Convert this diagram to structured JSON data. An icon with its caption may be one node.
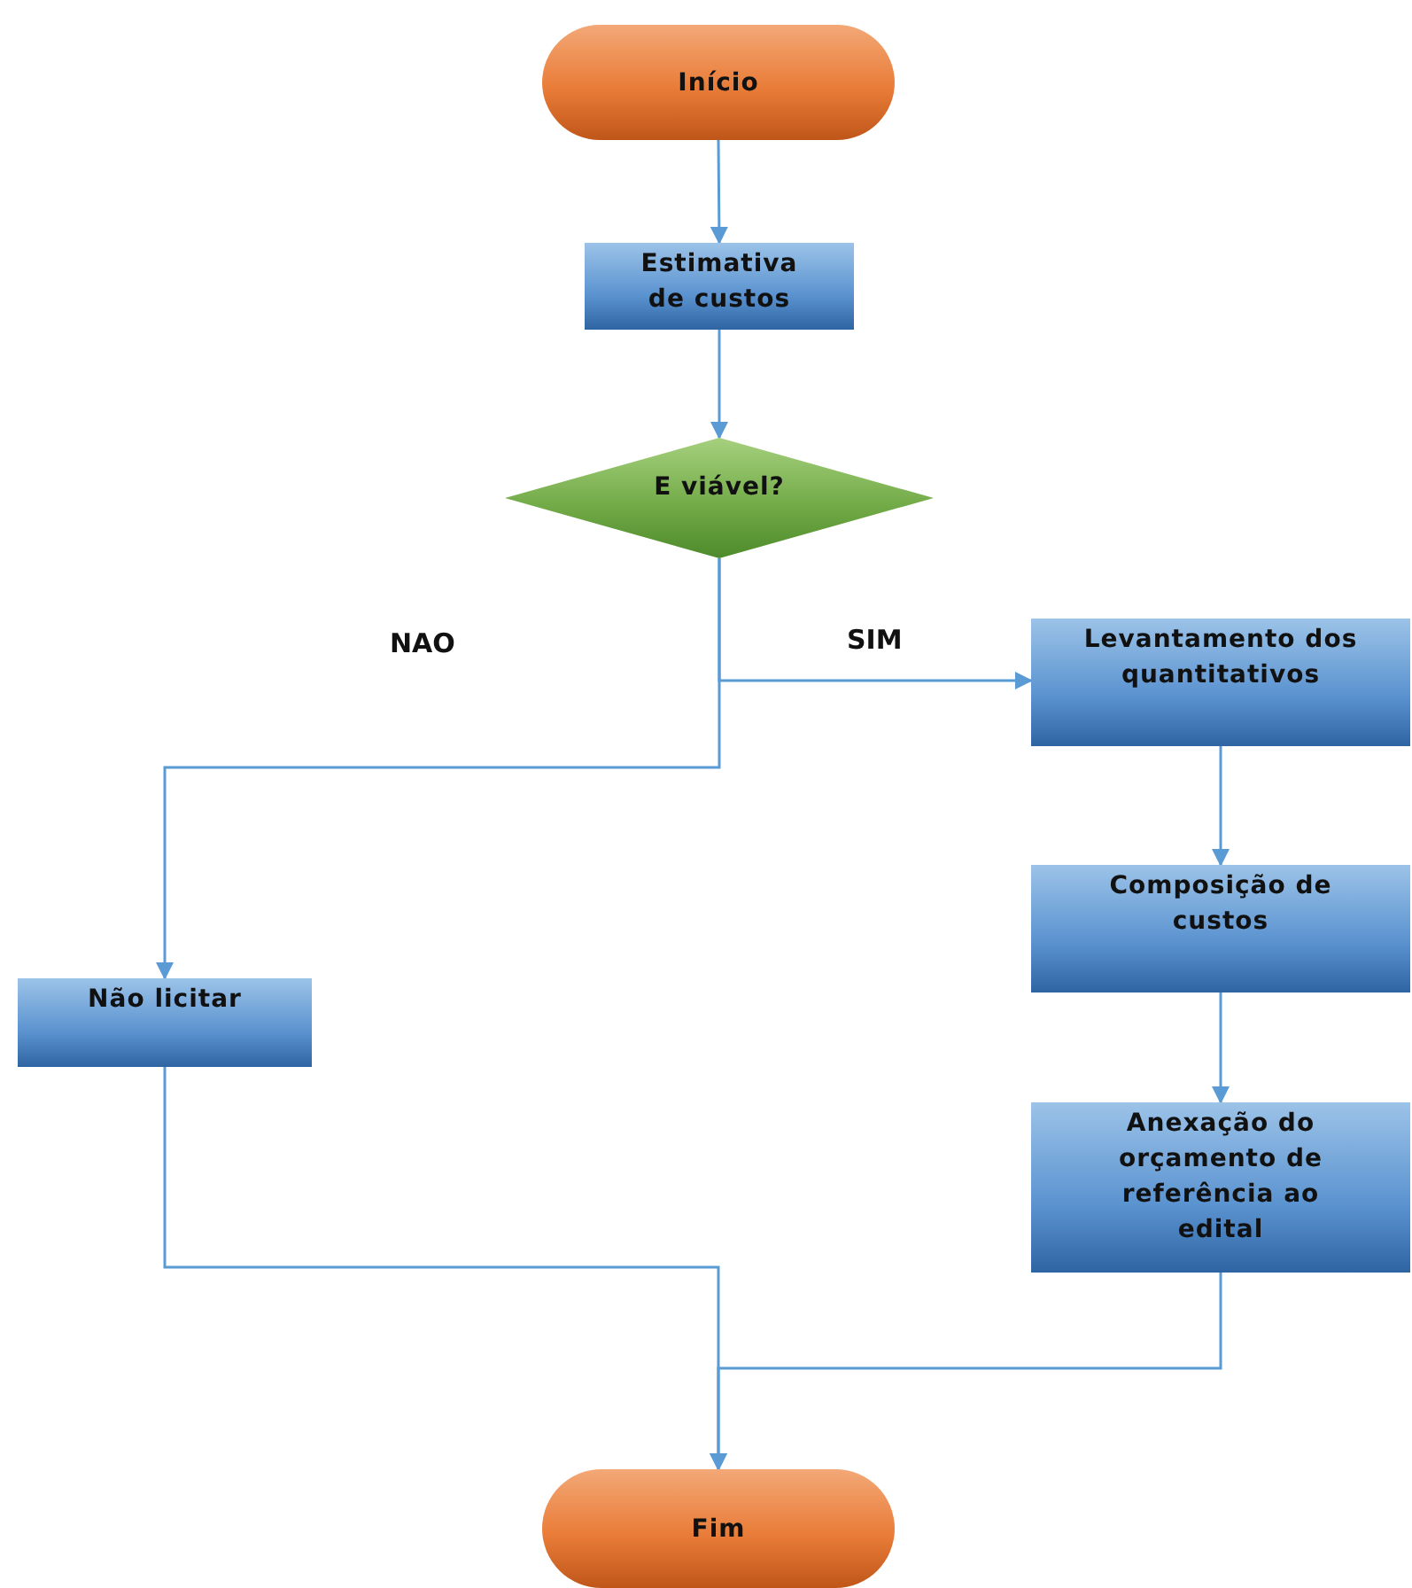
{
  "diagram": {
    "nodes": [
      {
        "text": [
          "Início"
        ]
      },
      {
        "text": [
          "Estimativa de custos"
        ]
      },
      {
        "text": [
          "E viável?"
        ]
      },
      {
        "text": [
          "Levantamento dos quantitativos"
        ]
      },
      {
        "text": [
          "Composição de custos"
        ]
      },
      {
        "text": [
          "Não licitar"
        ]
      },
      {
        "text": [
          "Anexação do orçamento de referência ao edital"
        ]
      },
      {
        "text": [
          "Fim"
        ]
      }
    ],
    "edges": [
      {
        "from": 0,
        "to": 1,
        "arrow": "to"
      },
      {
        "from": 1,
        "to": 2,
        "arrow": "to"
      },
      {
        "from": 2,
        "to": 3,
        "arrow": "to",
        "label": "SIM"
      },
      {
        "from": 2,
        "to": 5,
        "arrow": "to",
        "label": "NAO"
      },
      {
        "from": 3,
        "to": 4,
        "arrow": "to"
      },
      {
        "from": 4,
        "to": 6,
        "arrow": "to"
      },
      {
        "from": 5,
        "to": 7,
        "arrow": "to"
      },
      {
        "from": 6,
        "to": 7,
        "arrow": "to"
      }
    ]
  }
}
